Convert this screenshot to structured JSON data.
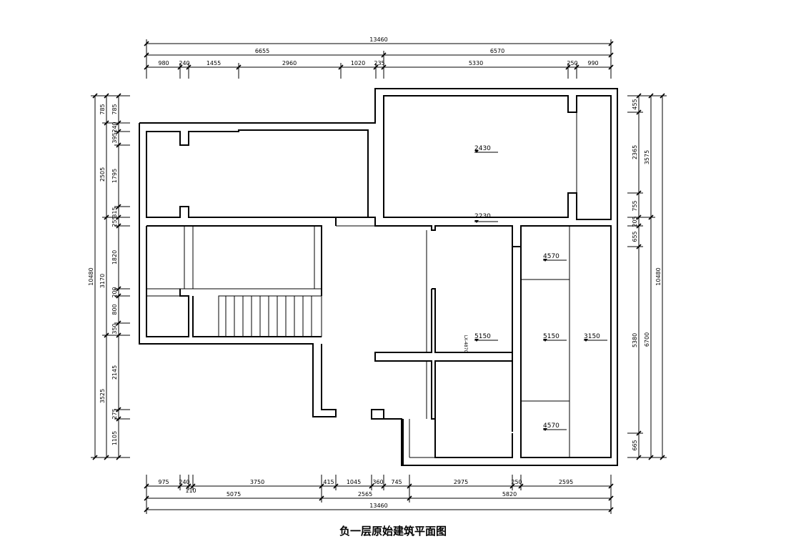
{
  "title": "负一层原始建筑平面图",
  "dims": {
    "top_total": "13460",
    "top_left": "6655",
    "top_right": "6570",
    "top": [
      "980",
      "240",
      "1455",
      "2960",
      "1020",
      "235",
      "5330",
      "250",
      "990"
    ],
    "bottom": [
      "975",
      "240",
      "3750",
      "415",
      "1045",
      "360",
      "745",
      "2975",
      "250",
      "2595"
    ],
    "bottom_110": "110",
    "bottom_mid": [
      "5075",
      "2565",
      "5820"
    ],
    "bottom_total": "13460",
    "left_inner": [
      "785",
      "240",
      "395",
      "1795",
      "315",
      "255",
      "1820",
      "200",
      "800",
      "350",
      "2145",
      "275",
      "1105"
    ],
    "left_mid": [
      "785",
      "2505",
      "3170",
      "3525"
    ],
    "left_total": "10480",
    "right_inner": [
      "455",
      "2365",
      "755",
      "205",
      "655",
      "5380",
      "665"
    ],
    "right_mid": [
      "3575",
      "6700"
    ],
    "right_total": "10480"
  },
  "levels": [
    "2430",
    "2230",
    "4570",
    "5150",
    "5150",
    "3150",
    "4570"
  ],
  "beam_label": "LX-4870"
}
